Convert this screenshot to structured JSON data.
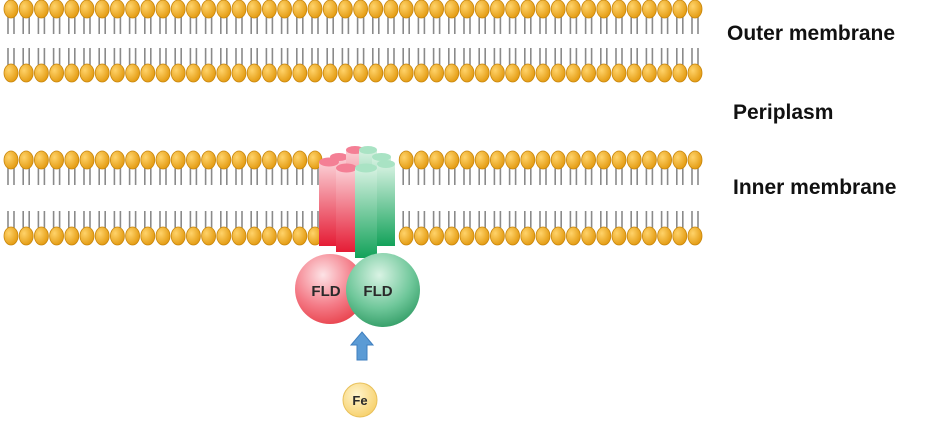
{
  "labels": {
    "outer_membrane": "Outer membrane",
    "periplasm": "Periplasm",
    "inner_membrane": "Inner membrane"
  },
  "protein": {
    "left_domain": "FLD",
    "right_domain": "FLD",
    "left_color": "#e8414b",
    "right_color": "#2f9a63"
  },
  "ion": {
    "label": "Fe",
    "color": "#fbe08f"
  },
  "arrow": {
    "color": "#5b9bd5",
    "icon": "up-arrow-icon"
  },
  "membrane": {
    "head_color": "#f2a81d",
    "tail_color": "#8a8a8a"
  }
}
